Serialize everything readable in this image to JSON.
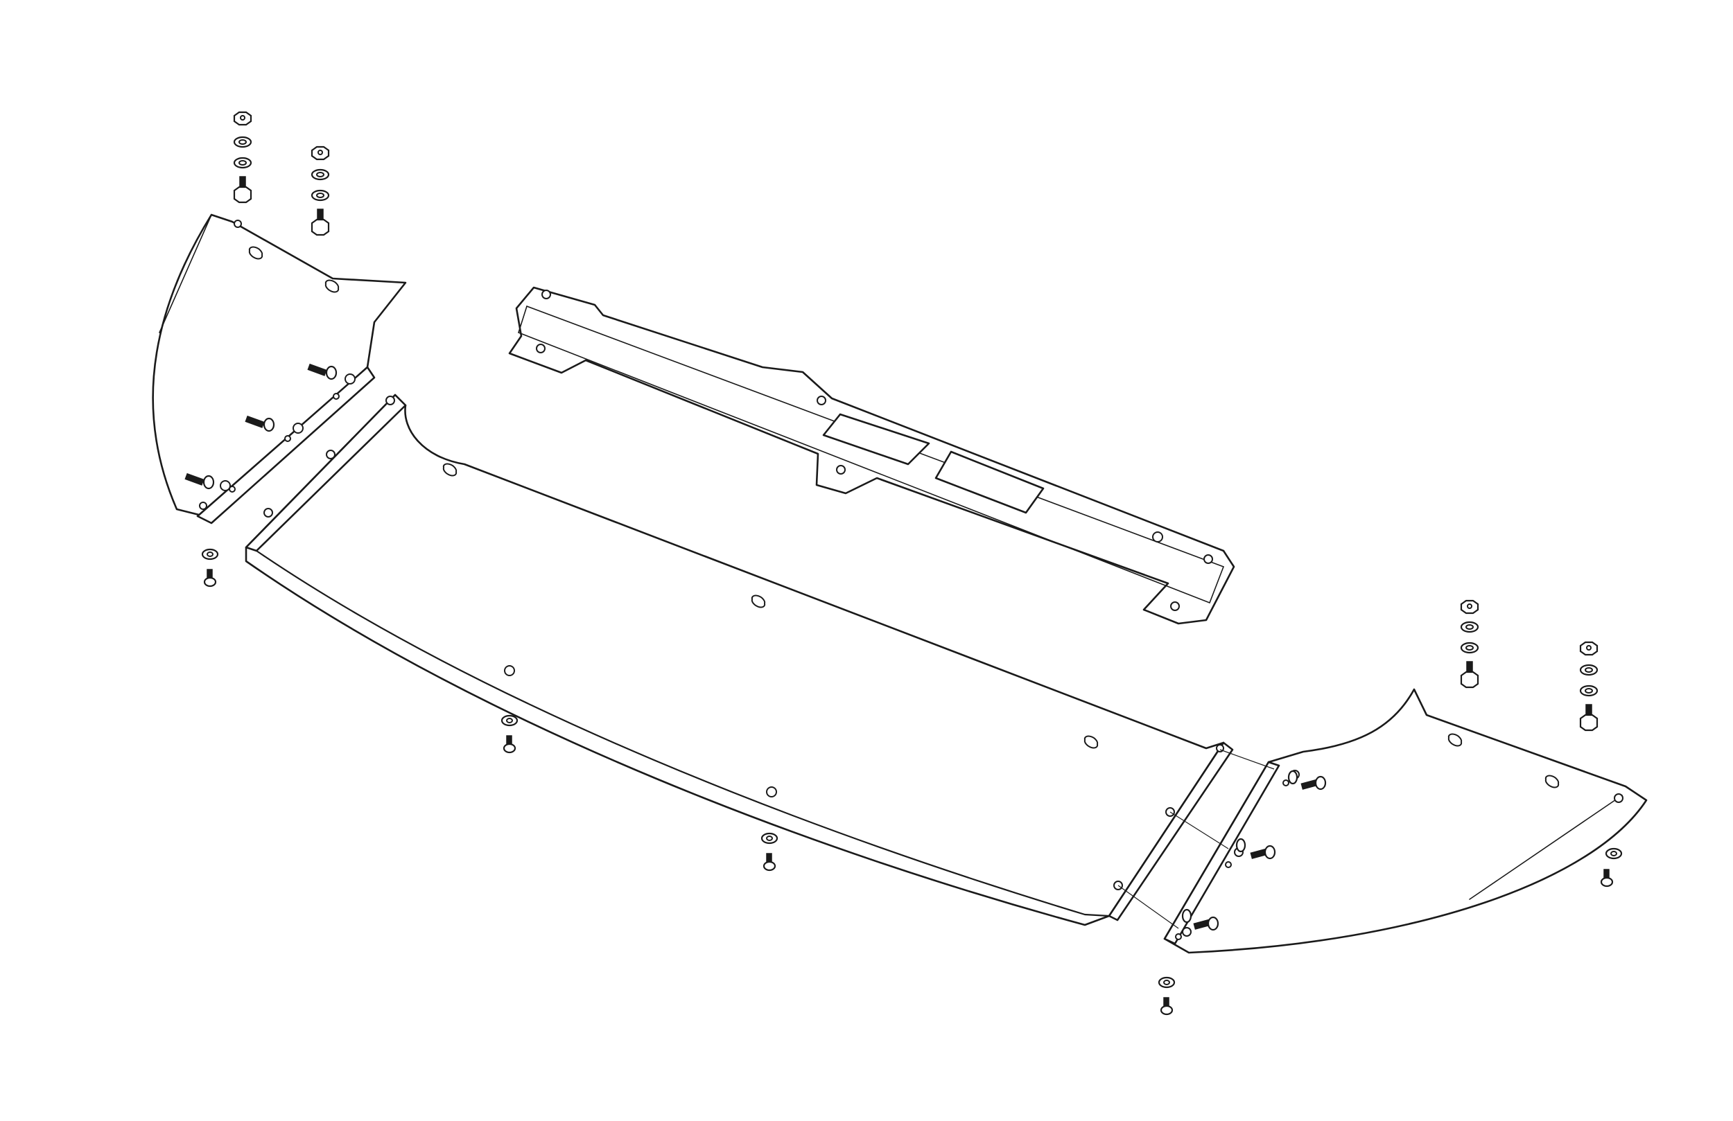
{
  "diagram": {
    "type": "exploded-assembly",
    "line_color": "#1a1a1a",
    "background_color": "#ffffff",
    "parts": [
      {
        "id": "left-side-plate",
        "label": ""
      },
      {
        "id": "center-diffuser-panel",
        "label": ""
      },
      {
        "id": "mounting-rail",
        "label": ""
      },
      {
        "id": "right-side-plate",
        "label": ""
      }
    ],
    "fastener_types": [
      "nut",
      "washer",
      "bolt",
      "stud"
    ],
    "text_labels": []
  }
}
